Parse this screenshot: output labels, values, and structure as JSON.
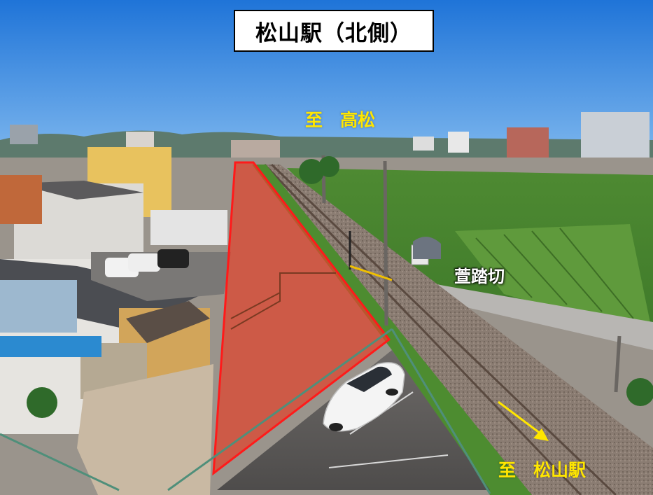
{
  "title": "松山駅（北側）",
  "labels": {
    "to_takamatsu": "至　高松",
    "crossing": "萱踏切",
    "to_matsuyama_station": "至　松山駅"
  },
  "colors": {
    "highlight_fill": "#e03a2a",
    "highlight_outline": "#ff1a1a",
    "label_text": "#ffe600",
    "arrow": "#ffe600",
    "sky": "#2f87e4"
  },
  "icons": {
    "direction_arrow": "arrow-down-right-icon"
  }
}
